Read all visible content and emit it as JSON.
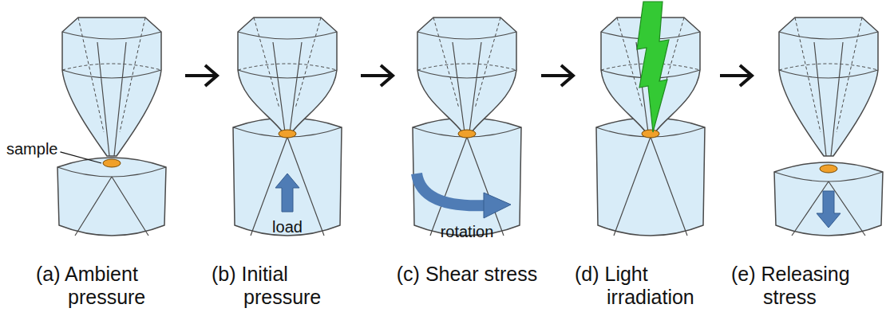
{
  "diagram": {
    "labels": [
      "sample",
      "load",
      "rotation",
      "(a) Ambient pressure",
      "(b) Initial pressure",
      "(c) Shear stress",
      "(d) Light irradiation",
      "(e) Releasing stress"
    ]
  }
}
